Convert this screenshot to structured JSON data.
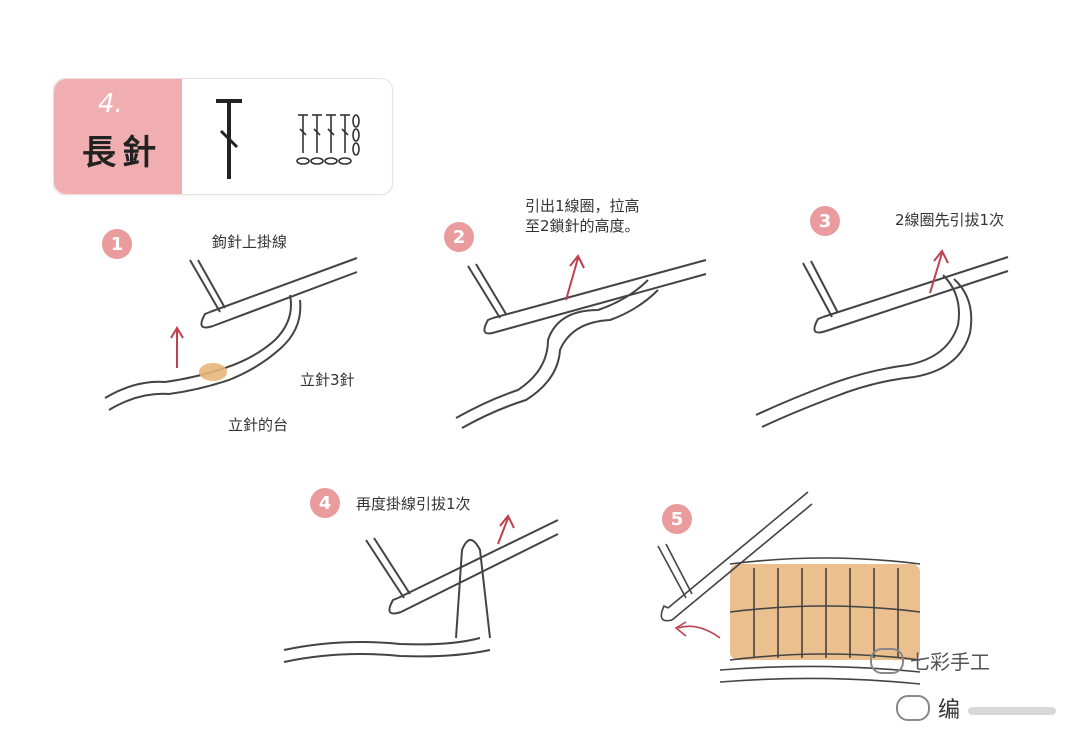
{
  "header": {
    "number": "4.",
    "title": "長針"
  },
  "steps": [
    {
      "num": "1",
      "labels": [
        "鉤針上掛線",
        "立針3針",
        "立針的台"
      ]
    },
    {
      "num": "2",
      "labels": [
        "引出1線圈，拉高\n至2鎖針的高度。"
      ]
    },
    {
      "num": "3",
      "labels": [
        "2線圈先引拔1次"
      ]
    },
    {
      "num": "4",
      "labels": [
        "再度掛線引拔1次"
      ]
    },
    {
      "num": "5",
      "labels": []
    }
  ],
  "watermark": {
    "text": "七彩手工",
    "text2": "编"
  },
  "colors": {
    "accent": "#f1aeb1",
    "step": "#e99b9d",
    "yarn": "#e8b57a",
    "line": "#333333"
  }
}
